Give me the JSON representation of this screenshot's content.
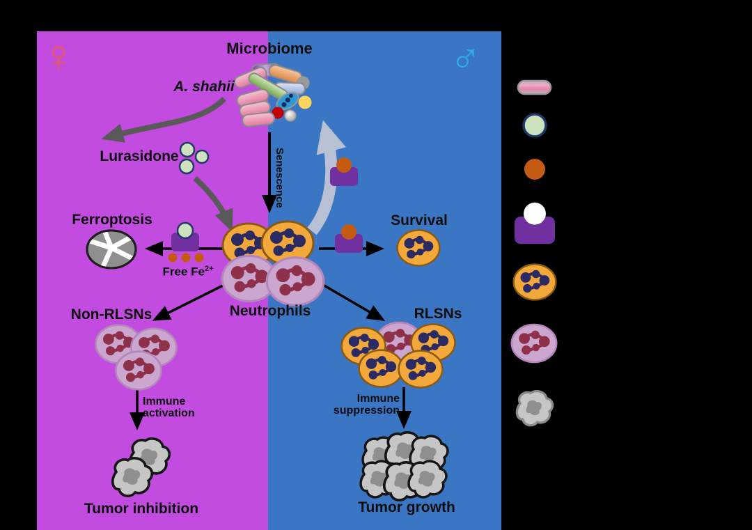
{
  "diagram": {
    "female_symbol": "♀",
    "male_symbol": "♂",
    "microbiome_label": "Microbiome",
    "a_shahii_label": "A. shahii",
    "lurasidone_label": "Lurasidone",
    "ferroptosis_label": "Ferroptosis",
    "free_fe_label": "Free Fe",
    "free_fe_superscript": "2+",
    "senescence_label": "Senescence",
    "neutrophils_label": "Neutrophils",
    "survival_label": "Survival",
    "non_rlsns_label": "Non-RLSNs",
    "rlsns_label": "RLSNs",
    "immune_activation": {
      "line1": "Immune",
      "line2": "activation"
    },
    "immune_suppression": {
      "line1": "Immune",
      "line2": "suppression"
    },
    "tumor_inhibition_label": "Tumor inhibition",
    "tumor_growth_label": "Tumor growth"
  },
  "legend": {
    "icons": [
      "bacterium-capsule-icon",
      "lurasidone-molecule-icon",
      "free-iron-ion-icon",
      "receptor-with-ligand-icon",
      "orange-neutrophil-icon",
      "pink-neutrophil-icon",
      "tumor-cell-icon"
    ]
  },
  "colors": {
    "background": "#000000",
    "female_panel": "#c24ce0",
    "male_panel": "#3a76c3",
    "female_symbol": "#e4595d",
    "male_symbol": "#2badec",
    "orange_cell_body": "#f3a83c",
    "orange_cell_nucleus": "#2b2a62",
    "pink_cell_body": "#cba6ce",
    "pink_cell_nucleus": "#8e3049",
    "receptor_purple": "#7030a0",
    "ligand_orange": "#c55a11",
    "ligand_green": "#cfe2bf",
    "tumor_cell_gray": "#c6c6c6",
    "dark_arrow_gray": "#595959",
    "light_arrow_gray": "#b7c1d3",
    "text": "#0d0d0d"
  }
}
